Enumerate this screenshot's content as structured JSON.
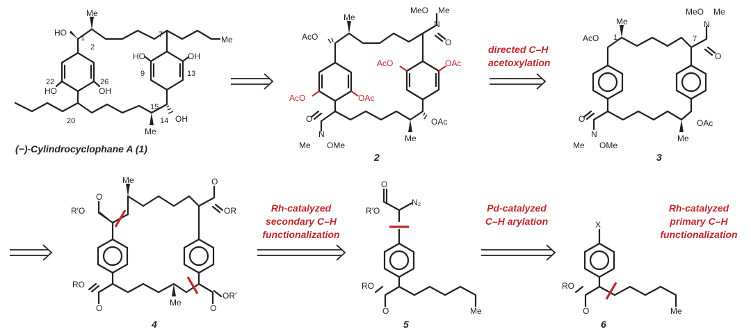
{
  "title": "(−)-Cylindrocyclophane A (1)",
  "compounds": {
    "c2": "2",
    "c3": "3",
    "c4": "4",
    "c5": "5",
    "c6": "6"
  },
  "conditions": {
    "step1": [
      "directed C–H",
      "acetoxylation"
    ],
    "step2": [
      "Rh-catalyzed",
      "secondary C–H",
      "functionalization"
    ],
    "step3": [
      "Pd-catalyzed",
      "C–H arylation"
    ],
    "step4": [
      "Rh-catalyzed",
      "primary C–H",
      "functionalization"
    ]
  },
  "atoms": {
    "me": "Me",
    "ho": "HO",
    "oh": "OH",
    "aco": "AcO",
    "oac": "OAc",
    "meo": "MeO",
    "ome": "OMe",
    "n": "N",
    "o": "O",
    "ro": "RO",
    "or": "OR",
    "rprime_o": "R′O",
    "orprime": "OR′",
    "n2": "N₂",
    "x": "X"
  },
  "locants": {
    "l1": "1",
    "l2": "2",
    "l7": "7",
    "l9": "9",
    "l13": "13",
    "l14": "14",
    "l15": "15",
    "l20": "20",
    "l22": "22",
    "l26": "26"
  },
  "colors": {
    "ink": "#231f20",
    "accent": "#c0272d"
  }
}
